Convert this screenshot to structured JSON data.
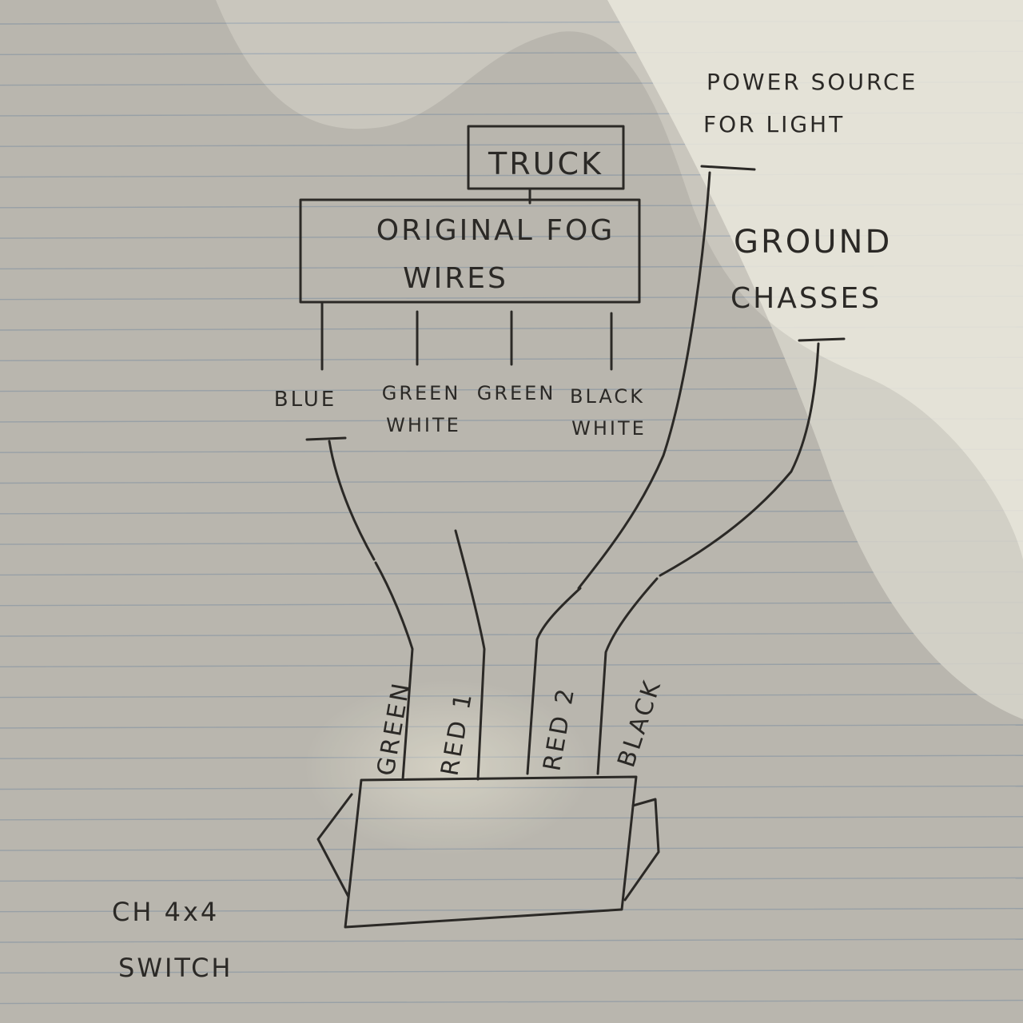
{
  "diagram": {
    "nodes": {
      "truck": "TRUCK",
      "fog_line1": "ORIGINAL FOG",
      "fog_line2": "WIRES",
      "power_line1": "POWER SOURCE",
      "power_line2": "FOR LIGHT",
      "ground_line1": "GROUND",
      "ground_line2": "CHASSES",
      "switch_line1": "CH 4x4",
      "switch_line2": "SWITCH"
    },
    "fog_wires": [
      {
        "line1": "BLUE",
        "line2": ""
      },
      {
        "line1": "GREEN",
        "line2": "WHITE"
      },
      {
        "line1": "GREEN",
        "line2": ""
      },
      {
        "line1": "BLACK",
        "line2": "WHITE"
      }
    ],
    "switch_wires": [
      "GREEN",
      "RED 1",
      "RED 2",
      "BLACK"
    ],
    "edges": [
      {
        "from": "truck",
        "to": "fog_wires"
      },
      {
        "from": "blue",
        "to": "switch_green"
      },
      {
        "from": "power_source",
        "to": "switch_red2"
      },
      {
        "from": "ground_chasses",
        "to": "switch_black"
      }
    ]
  },
  "colors": {
    "paper": "#c9c6bd",
    "ink": "#2b2926",
    "rule": "#9aa6b3"
  }
}
